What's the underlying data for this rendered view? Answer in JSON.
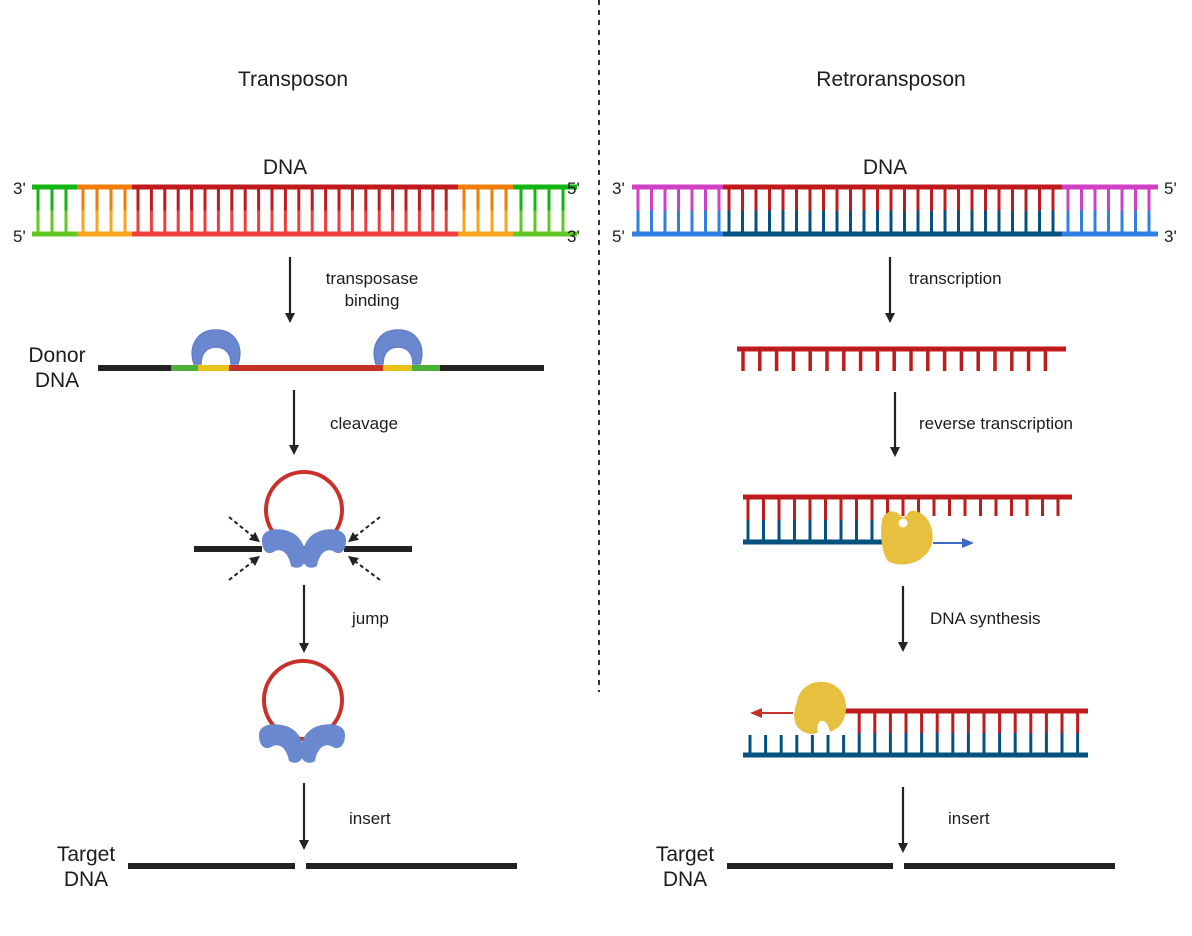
{
  "diagram": {
    "colors": {
      "ink": "#222222",
      "green_dark": "#12b512",
      "green_light": "#62c823",
      "orange_dark": "#ef7d08",
      "orange_light": "#f8a51c",
      "red_dark": "#bf1a1c",
      "red_light": "#f23d3d",
      "magenta": "#d040c4",
      "blue_light": "#2f80e0",
      "blue_dark": "#05527f",
      "donor_green": "#4caf3c",
      "donor_yellow": "#e8c21a",
      "donor_red": "#c23228",
      "protein_blue": "#6a88cf",
      "enzyme_yellow": "#e8c040",
      "arrow_blue": "#3a6ac2",
      "arrow_red": "#c8302a"
    },
    "left_panel": {
      "title": "Transposon",
      "dna_label": "DNA",
      "end_labels": {
        "top_left": "3'",
        "bottom_left": "5'",
        "top_right": "5'",
        "bottom_right": "3'"
      },
      "dna_segments": [
        "flank",
        "inverted-repeat",
        "transposon",
        "inverted-repeat",
        "flank"
      ],
      "steps": [
        {
          "label_line1": "transposase",
          "label_line2": "binding"
        },
        {
          "label_line1": "cleavage"
        },
        {
          "label_line1": "jump"
        },
        {
          "label_line1": "insert"
        }
      ],
      "donor_label_line1": "Donor",
      "donor_label_line2": "DNA",
      "target_label_line1": "Target",
      "target_label_line2": "DNA"
    },
    "right_panel": {
      "title": "Retroransposon",
      "dna_label": "DNA",
      "end_labels": {
        "top_left": "3'",
        "bottom_left": "5'",
        "top_right": "5'",
        "bottom_right": "3'"
      },
      "steps": [
        {
          "label_line1": "transcription"
        },
        {
          "label_line1": "reverse transcription"
        },
        {
          "label_line1": "DNA synthesis"
        },
        {
          "label_line1": "insert"
        }
      ],
      "target_label_line1": "Target",
      "target_label_line2": "DNA"
    }
  }
}
